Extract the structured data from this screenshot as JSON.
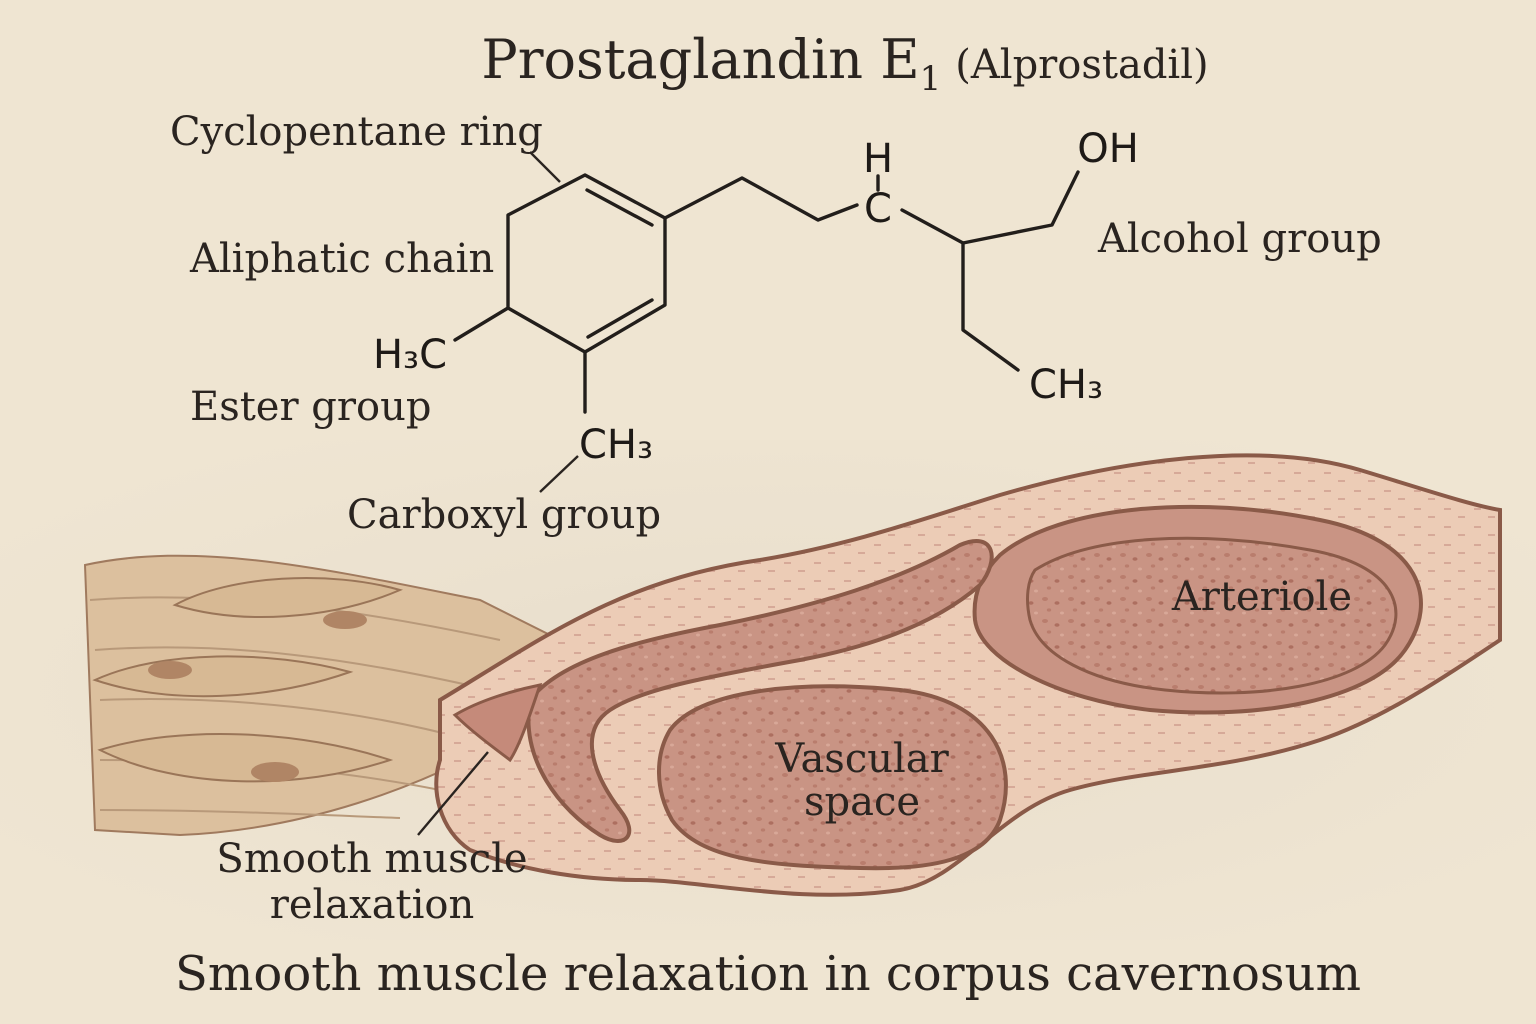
{
  "title": {
    "main": "Prostaglandin E",
    "subscript": "1",
    "paren": "(Alprostadil)"
  },
  "molecule_labels": {
    "cyclopentane_ring": "Cyclopentane ring",
    "aliphatic_chain": "Aliphatic chain",
    "ester_group": "Ester group",
    "carboxyl_group": "Carboxyl group",
    "alcohol_group": "Alcohol group"
  },
  "atoms": {
    "h_top": "H",
    "c_middle": "C",
    "oh": "OH",
    "methyl_left": "H₃C",
    "methyl_bottom": "CH₃",
    "methyl_right": "CH₃"
  },
  "tissue_labels": {
    "arteriole": "Arteriole",
    "vascular_line1": "Vascular",
    "vascular_line2": "space",
    "smooth_line1": "Smooth muscle",
    "smooth_line2": "relaxation"
  },
  "caption": "Smooth muscle relaxation in corpus cavernosum",
  "colors": {
    "background": "#efe5d2",
    "muscle_fiber": "#dcc09e",
    "tissue_outline": "#8a5a48",
    "stroma": "#ecccb6",
    "vessel_fill": "#c99484",
    "ink": "#221e1b"
  }
}
